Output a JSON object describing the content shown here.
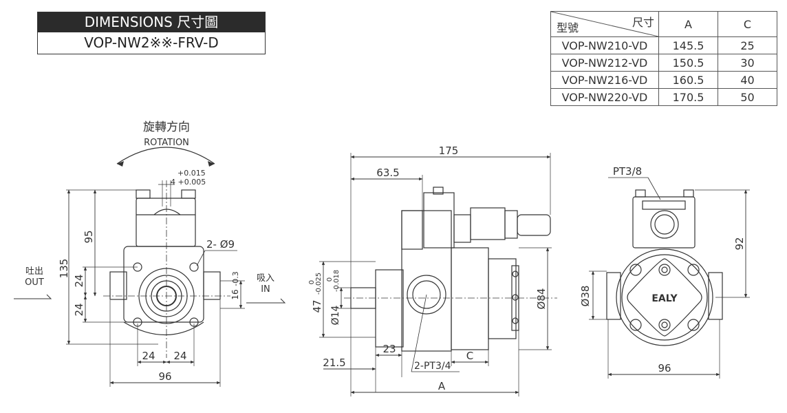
{
  "title": {
    "main": "DIMENSIONS  尺寸圖",
    "model": "VOP-NW2※※-FRV-D"
  },
  "table": {
    "header_top": "尺寸",
    "header_bottom": "型號",
    "col_a": "A",
    "col_c": "C",
    "rows": [
      {
        "model": "VOP-NW210-VD",
        "a": "145.5",
        "c": "25"
      },
      {
        "model": "VOP-NW212-VD",
        "a": "150.5",
        "c": "30"
      },
      {
        "model": "VOP-NW216-VD",
        "a": "160.5",
        "c": "40"
      },
      {
        "model": "VOP-NW220-VD",
        "a": "170.5",
        "c": "50"
      }
    ]
  },
  "front_view": {
    "rotation_cn": "旋轉方向",
    "rotation_en": "ROTATION",
    "tol_upper": "+0.015",
    "tol_main": "4 +0.005",
    "dim_135": "135",
    "dim_95": "95",
    "dim_24_upper": "24",
    "dim_24_lower": "24",
    "bolt_label": "2- Ø9",
    "dim_16": "16",
    "dim_16_tol": "-0.3",
    "out_cn": "吐出",
    "out_en": "OUT",
    "in_cn": "吸入",
    "in_en": "IN",
    "dim_24_left": "24",
    "dim_24_right": "24",
    "dim_96": "96"
  },
  "side_view": {
    "dim_175": "175",
    "dim_63_5": "63.5",
    "dim_47": "47",
    "dim_47_tol_a": "0",
    "dim_47_tol_b": "-0.025",
    "dim_14": "Ø14",
    "dim_14_tol_a": "0",
    "dim_14_tol_b": "-0.018",
    "dim_84": "Ø84",
    "dim_23": "23",
    "dim_c": "C",
    "port_label": "2-PT3/4",
    "dim_21_5": "21.5",
    "dim_a": "A"
  },
  "rear_view": {
    "port_label": "PT3/8",
    "dim_92": "92",
    "dim_38": "Ø38",
    "brand": "EALY",
    "dim_96": "96"
  }
}
